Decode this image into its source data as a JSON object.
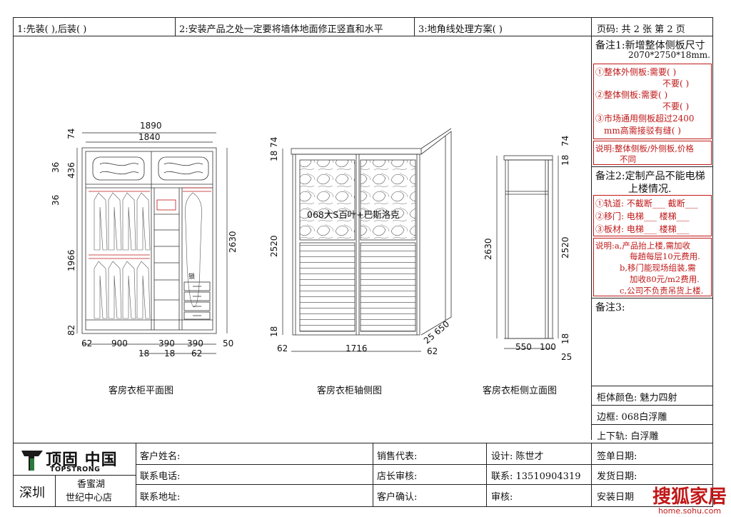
{
  "header": {
    "cell1": "1:先装(          ),后装(         )",
    "cell2": "2:安装产品之处一定要将墙体地面修正竖直和水平",
    "cell3": "3:地角线处理方案(                              )",
    "page": "页码:  共 2 张 第 2 页"
  },
  "notes": {
    "note1_title": "备注1:新增整体侧板尺寸",
    "note1_size": "2070*2750*18mm.",
    "n1_a": "①整体外侧板:需要(    )",
    "n1_a2": "不要(    )",
    "n1_b": "②整体侧板:需要(    )",
    "n1_b2": "不要(    )",
    "n1_c": "③市场通用侧板超过2400",
    "n1_c2": "mm高需接驳有缝(    )",
    "n1_desc": "说明:整体侧板/外侧板,价格",
    "n1_desc2": "不同",
    "note2_title": "备注2:定制产品不能电梯",
    "note2_title2": "上楼情况.",
    "n2_a": "①轨道: 不截断___ 截断___",
    "n2_b": "②移门: 电梯___  楼梯___",
    "n2_c": "③板材: 电梯___  楼梯___",
    "n2_desc_a": "说明:a,产品抬上楼,需加收",
    "n2_desc_a2": "每趟每层10元费用.",
    "n2_desc_b": "b,移门能现场组装,需",
    "n2_desc_b2": "加收80元/m2费用.",
    "n2_desc_c": "c,公司不负责吊货上楼.",
    "note3_title": "备注3:"
  },
  "specs": {
    "body_color": "柜体颜色:   魅力四射",
    "frame": "边框:  068白浮雕",
    "rail": "上下轨:   白浮雕"
  },
  "footer": {
    "brand_cn": "顶固 中国",
    "brand_en": "TOPSTRONG",
    "city": "深圳",
    "store1": "香蜜湖",
    "store2": "世纪中心店",
    "customer_name": "客户姓名:",
    "phone": "联系电话:",
    "address": "联系地址:",
    "sales": "销售代表:",
    "manager": "店长审核:",
    "confirm": "客户确认:",
    "designer": "设计:  陈世才",
    "contact": "联系:  13510904319",
    "review": "审核:",
    "sign_date": "签单日期:",
    "ship_date": "发货日期:",
    "install_date": "安装日期"
  },
  "captions": {
    "plan": "客房衣柜平面图",
    "axon": "客房衣柜轴侧图",
    "side": "客房衣柜侧立面图"
  },
  "drawing": {
    "door_label": "068大S百叶+巴斯洛克",
    "lock_label": "锁",
    "plan_w_outer": "1890",
    "plan_w_inner": "1840",
    "plan_h_top": "74",
    "plan_h_36a": "36",
    "plan_h_436": "436",
    "plan_h_36b": "36",
    "plan_h_1966": "1966",
    "plan_h_82": "82",
    "plan_h_total": "2630",
    "plan_b_62": "62",
    "plan_b_900": "900",
    "plan_b_390a": "390",
    "plan_b_390b": "390",
    "plan_b_50": "50",
    "plan_b_18a": "18",
    "plan_b_18b": "18",
    "plan_b_62b": "62",
    "ax_18_74": "18 74",
    "ax_2520": "2520",
    "ax_18": "18",
    "ax_62a": "62",
    "ax_1716": "1716",
    "ax_62b": "62",
    "ax_25_650": "25 650",
    "side_2630": "2630",
    "side_74": "74",
    "side_18a": "18",
    "side_2520": "2520",
    "side_18b": "18",
    "side_550": "550",
    "side_100": "100",
    "side_25": "25"
  },
  "watermark": {
    "cn": "搜狐家居",
    "url": "home.sohu.com"
  }
}
